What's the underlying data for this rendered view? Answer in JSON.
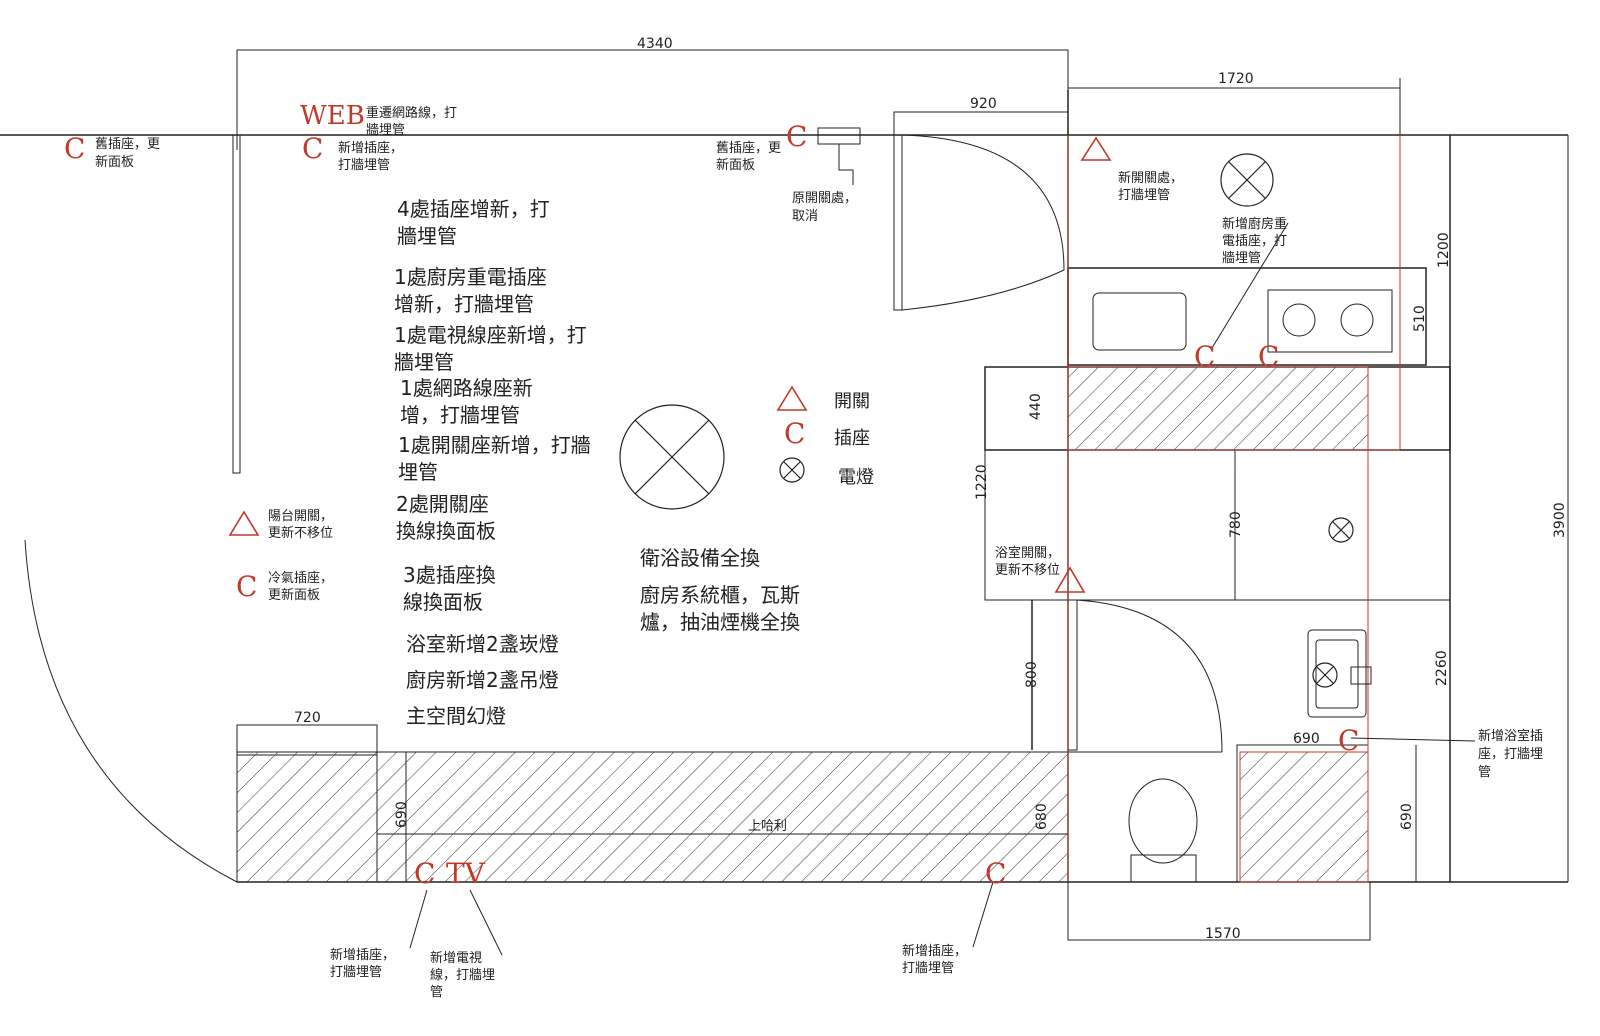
{
  "dimensions": {
    "top_width": "4340",
    "kitchen_width": "1720",
    "door_width": "920",
    "kitchen_h": "1200",
    "counter_depth": "510",
    "hatch_h": "440",
    "bath_h": "1220",
    "shower": "780",
    "door_h": "800",
    "right_total": "3900",
    "bath_right": "2260",
    "shelf_w": "720",
    "bottom_cab": "690",
    "bottom_cab_r": "680",
    "bath_cab_w": "690",
    "bath_cab_h": "690",
    "bath_bottom": "1570"
  },
  "symbols": {
    "socket": "C",
    "web": "WEB",
    "tv": "TV"
  },
  "labels": {
    "old_socket_left": [
      "舊插座，更",
      "新面板"
    ],
    "web_note": [
      "重遷網路線，打",
      "牆埋管"
    ],
    "new_socket_top": [
      "新增插座，",
      "打牆埋管"
    ],
    "old_socket_mid": [
      "舊插座，更",
      "新面板"
    ],
    "orig_switch": [
      "原開關處，",
      "取消"
    ],
    "new_switch": [
      "新開關處，",
      "打牆埋管"
    ],
    "kitchen_socket": [
      "新增廚房重",
      "電插座，打",
      "牆埋管"
    ],
    "balcony_switch": [
      "陽台開關，",
      "更新不移位"
    ],
    "ac_socket": [
      "冷氣插座，",
      "更新面板"
    ],
    "bath_switch": [
      "浴室開關，",
      "更新不移位"
    ],
    "bath_socket": [
      "新增浴室插",
      "座，打牆埋",
      "管"
    ],
    "new_socket_bl": [
      "新增插座，",
      "打牆埋管"
    ],
    "tv_note": [
      "新增電視",
      "線，打牆埋",
      "管"
    ],
    "new_socket_br": [
      "新增插座，",
      "打牆埋管"
    ],
    "cabinet": "上哈利"
  },
  "summary": [
    [
      "4處插座增新，打",
      "牆埋管"
    ],
    [
      "1處廚房重電插座",
      "增新，打牆埋管"
    ],
    [
      "1處電視線座新增，打",
      "牆埋管"
    ],
    [
      "1處網路線座新",
      "增，打牆埋管"
    ],
    [
      "1處開關座新增，打牆",
      "埋管"
    ],
    [
      "2處開關座",
      "換線換面板"
    ],
    [
      "3處插座換",
      "線換面板"
    ],
    [
      "浴室新增2盞崁燈"
    ],
    [
      "廚房新增2盞吊燈"
    ],
    [
      "主空間幻燈"
    ]
  ],
  "summary2": [
    [
      "衛浴設備全換"
    ],
    [
      "廚房系統櫃，瓦斯",
      "爐，抽油煙機全換"
    ]
  ],
  "legend": {
    "switch": "開關",
    "socket": "插座",
    "light": "電燈"
  }
}
